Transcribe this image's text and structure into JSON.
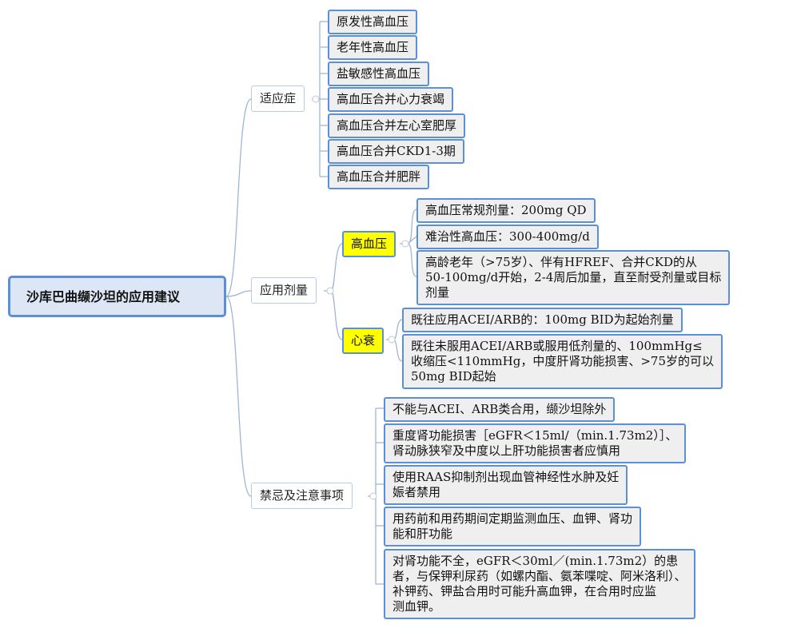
{
  "root": "沙库巴曲缬沙坦的应用建议",
  "indications": {
    "label": "适应症",
    "items": [
      "原发性高血压",
      "老年性高血压",
      "盐敏感性高血压",
      "高血压合并心力衰竭",
      "高血压合并左心室肥厚",
      "高血压合并CKD1-3期",
      "高血压合并肥胖"
    ]
  },
  "dosage": {
    "label": "应用剂量",
    "hypertension": {
      "label": "高血压",
      "items": [
        "高血压常规剂量：200mg QD",
        "难治性高血压：300-400mg/d",
        "高龄老年（>75岁）、伴有HFREF、合并CKD的从\n50-100mg/d开始，2-4周后加量，直至耐受剂量或目标\n剂量"
      ]
    },
    "heart_failure": {
      "label": "心衰",
      "items": [
        "既往应用ACEI/ARB的：100mg BID为起始剂量",
        "既往未服用ACEI/ARB或服用低剂量的、100mmHg≤\n收缩压<110mmHg，中度肝肾功能损害、>75岁的可以\n50mg BID起始"
      ]
    }
  },
  "contraindications": {
    "label": "禁忌及注意事项",
    "items": [
      "不能与ACEI、ARB类合用，缬沙坦除外",
      "重度肾功能损害［eGFR＜15ml/（min.1.73m2）］、\n肾动脉狭窄及中度以上肝功能损害者应慎用",
      "使用RAAS抑制剂出现血管神经性水肿及妊\n娠者禁用",
      "用药前和用药期间定期监测血压、血钾、肾功\n能和肝功能",
      "对肾功能不全，eGFR＜30ml／(min.1.73m2）的患\n者，与保钾利尿药（如螺内酯、氨苯喋啶、阿米洛利）、\n补钾药、钾盐合用时可能升高血钾，在合用时应监\n测血钾。"
    ]
  }
}
